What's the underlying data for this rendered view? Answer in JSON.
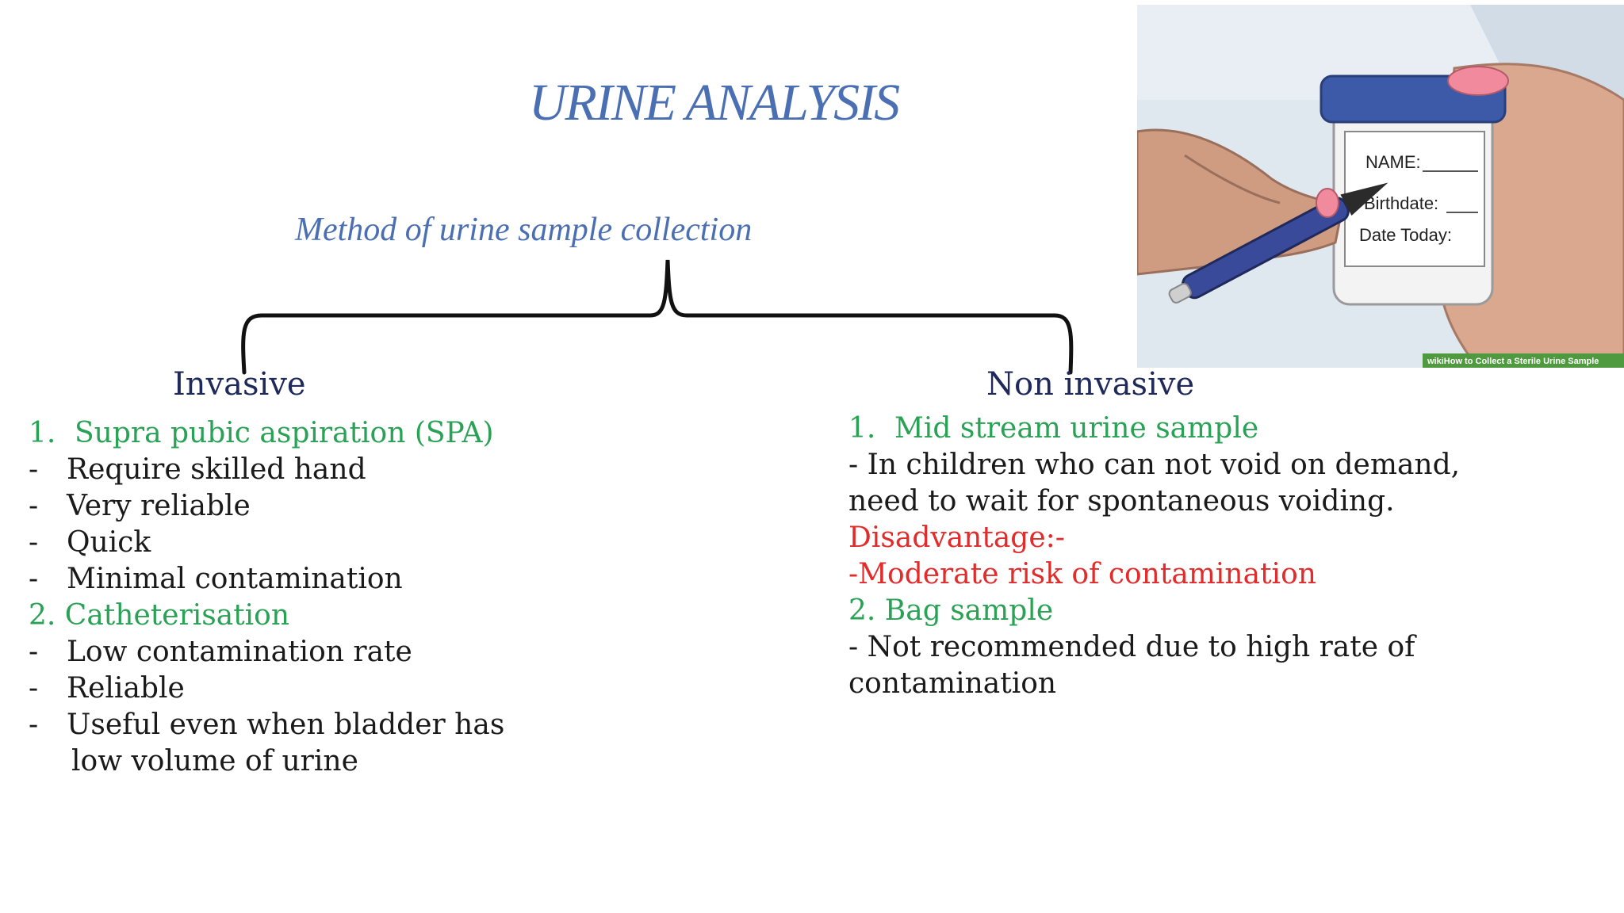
{
  "title": "URINE ANALYSIS",
  "subtitle": "Method of urine sample collection",
  "invasive": {
    "heading": "Invasive",
    "method1": {
      "number": "1.",
      "label": "Supra pubic aspiration (SPA)"
    },
    "method1_points": [
      "Require skilled hand",
      "Very reliable",
      "Quick",
      "Minimal contamination"
    ],
    "method2": {
      "label": "2. Catheterisation"
    },
    "method2_points": [
      "Low contamination rate",
      "Reliable",
      "Useful even when bladder has"
    ],
    "method2_continuation": "low volume of urine",
    "bullet": "-"
  },
  "non_invasive": {
    "heading": "Non invasive",
    "method1": {
      "number": "1.",
      "label": "Mid stream urine sample"
    },
    "method1_text": [
      "- In children who can not void on demand,",
      "need to wait for spontaneous voiding."
    ],
    "disadvantage_label": "Disadvantage:-",
    "disadvantage_text": "-Moderate risk of contamination",
    "method2": {
      "label": "2. Bag sample"
    },
    "method2_text": [
      "- Not recommended due to high rate of",
      "contamination"
    ]
  },
  "illustration": {
    "label_lines": [
      "NAME:",
      "Birthdate:",
      "Date Today:"
    ],
    "caption": "wikiHow to Collect a Sterile Urine Sample"
  },
  "colors": {
    "title": "#4a6fb3",
    "heading": "#1f2a5a",
    "method": "#2aa255",
    "warning": "#e22b2b",
    "text": "#1a1a1a"
  }
}
